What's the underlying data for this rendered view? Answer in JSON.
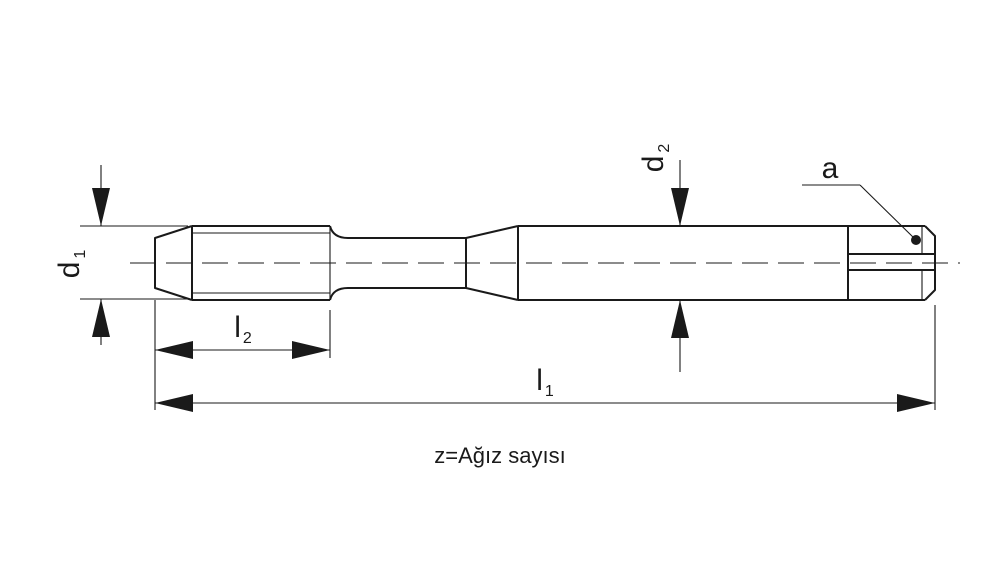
{
  "labels": {
    "d1": {
      "main": "d",
      "sub": "1"
    },
    "d2": {
      "main": "d",
      "sub": "2"
    },
    "l1": {
      "main": "l",
      "sub": "1"
    },
    "l2": {
      "main": "l",
      "sub": "2"
    },
    "a": "a"
  },
  "caption": "z=Ağız sayısı"
}
